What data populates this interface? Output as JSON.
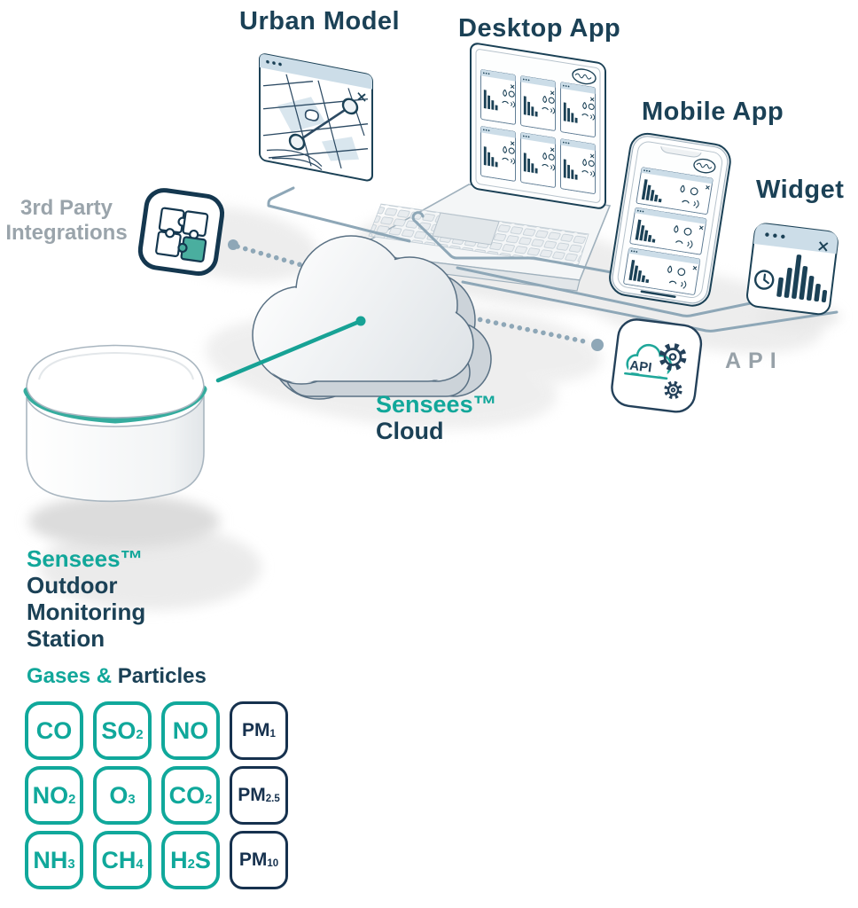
{
  "page": {
    "background": "#ffffff"
  },
  "nodes": {
    "urban_model": {
      "label": "Urban Model"
    },
    "desktop_app": {
      "label": "Desktop App"
    },
    "mobile_app": {
      "label": "Mobile App"
    },
    "widget": {
      "label": "Widget"
    },
    "third_party": {
      "label_line1": "3rd Party",
      "label_line2": "Integrations"
    },
    "api": {
      "label": "API",
      "icon_text": "API"
    },
    "cloud": {
      "brand": "Sensees™",
      "name": "Cloud"
    },
    "station": {
      "brand": "Sensees™",
      "line1": "Outdoor",
      "line2": "Monitoring",
      "line3": "Station"
    }
  },
  "sensors": {
    "heading_gases": "Gases &",
    "heading_particles": "Particles",
    "chips": [
      {
        "pre": "CO",
        "sub": "",
        "post": "",
        "cls": "chip teal"
      },
      {
        "pre": "SO",
        "sub": "2",
        "post": "",
        "cls": "chip teal"
      },
      {
        "pre": "NO",
        "sub": "",
        "post": "",
        "cls": "chip teal"
      },
      {
        "pre": "PM",
        "sub": "1",
        "post": "",
        "cls": "chip navy"
      },
      {
        "pre": "NO",
        "sub": "2",
        "post": "",
        "cls": "chip teal"
      },
      {
        "pre": "O",
        "sub": "3",
        "post": "",
        "cls": "chip teal"
      },
      {
        "pre": "CO",
        "sub": "2",
        "post": "",
        "cls": "chip teal"
      },
      {
        "pre": "PM",
        "sub": "2.5",
        "post": "",
        "cls": "chip navy"
      },
      {
        "pre": "NH",
        "sub": "3",
        "post": "",
        "cls": "chip teal"
      },
      {
        "pre": "CH",
        "sub": "4",
        "post": "",
        "cls": "chip teal"
      },
      {
        "pre": "H",
        "sub": "2",
        "post": "S",
        "cls": "chip teal"
      },
      {
        "pre": "PM",
        "sub": "10",
        "post": "",
        "cls": "chip navy"
      }
    ]
  },
  "colors": {
    "teal": "#12a79a",
    "navy": "#1b4156",
    "label_gray": "#9aa4ab",
    "connector": "#8ea7b7",
    "card_header": "#ccdde8"
  }
}
